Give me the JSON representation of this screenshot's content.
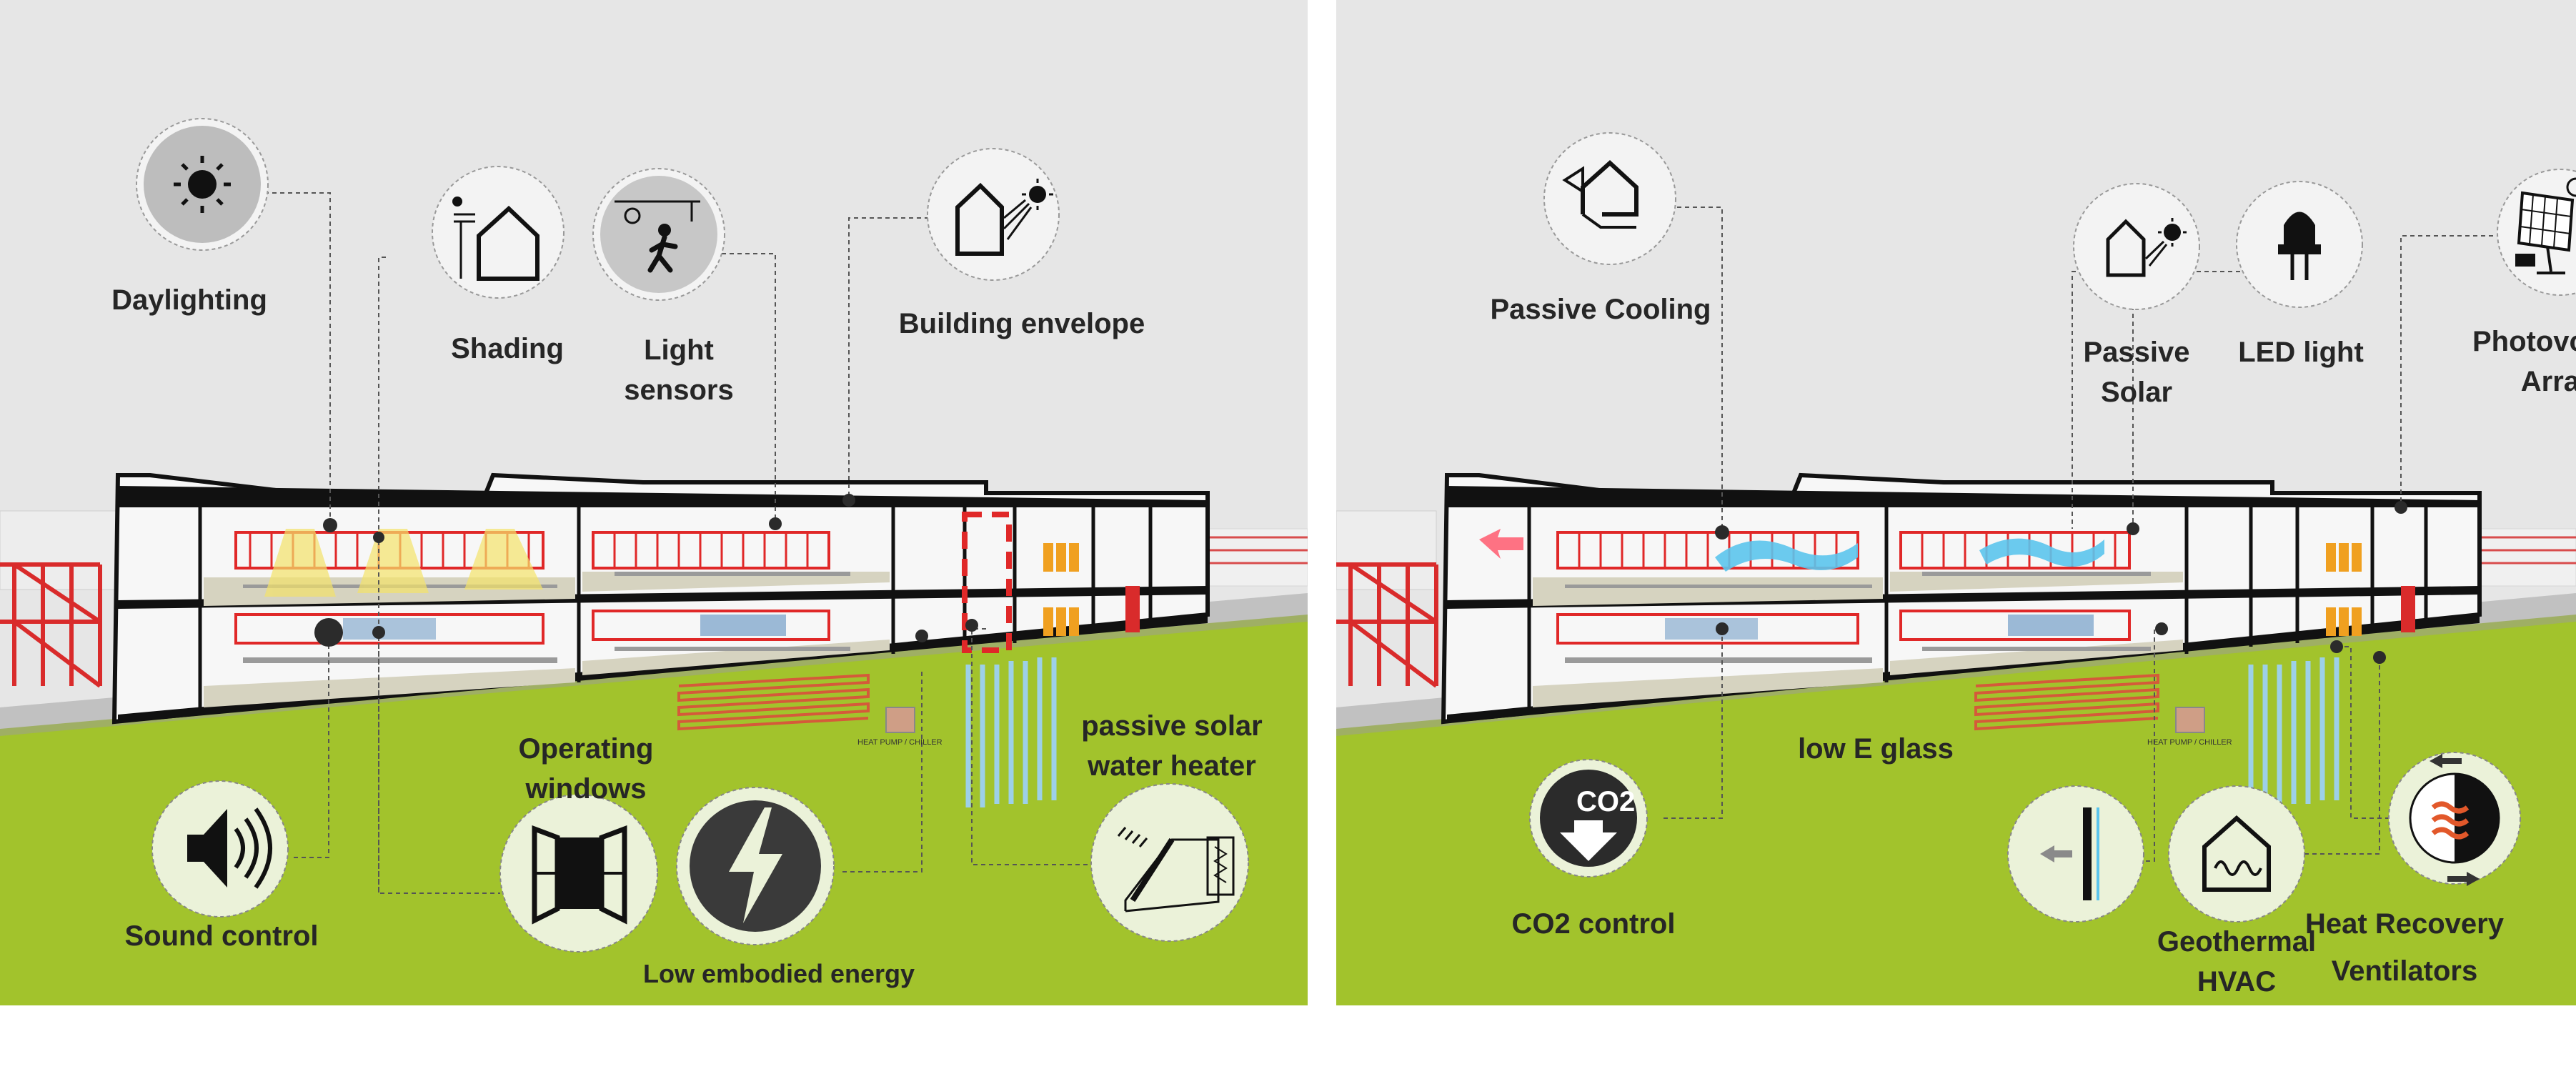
{
  "colors": {
    "sky": "#e6e6e6",
    "ground": "#a2c32c",
    "circle_light": "#f3f3f3",
    "circle_green": "#ebf2d9",
    "circle_gray": "#bdbdbd",
    "frame_red": "#e02828",
    "structure": "#111111",
    "airflow_blue": "#5bc4ec",
    "airflow_red": "#ff5a6e",
    "light_yellow": "#f3e26a"
  },
  "left_panel": {
    "labels": {
      "daylighting": "Daylighting",
      "shading": "Shading",
      "light_sensors": "Light\nsensors",
      "building_envelope": "Building envelope",
      "operating_windows": "Operating\nwindows",
      "passive_solar_water_heater": "passive solar\nwater heater",
      "sound_control": "Sound control",
      "low_embodied_energy": "Low embodied energy"
    },
    "annotation": "HEAT PUMP / CHILLER",
    "icons": [
      "sun-icon",
      "house-shading-icon",
      "motion-sensor-icon",
      "building-envelope-icon",
      "speaker-icon",
      "window-icon",
      "lightning-icon",
      "solar-water-heater-icon"
    ]
  },
  "right_panel": {
    "labels": {
      "passive_cooling": "Passive Cooling",
      "passive_solar": "Passive\nSolar",
      "led_light": "LED light",
      "photovoltaic_array": "Photovoltaic\nArray",
      "low_e_glass": "low E glass",
      "co2_control": "CO2 control",
      "geothermal_hvac": "Geothermal\nHVAC",
      "heat_recovery_ventilators": "Heat Recovery\nVentilators"
    },
    "co2_badge": "CO2",
    "annotation": "HEAT PUMP / CHILLER",
    "icons": [
      "passive-cooling-icon",
      "passive-solar-icon",
      "led-icon",
      "solar-panel-icon",
      "co2-icon",
      "low-e-glass-icon",
      "geothermal-icon",
      "heat-recovery-icon"
    ]
  }
}
